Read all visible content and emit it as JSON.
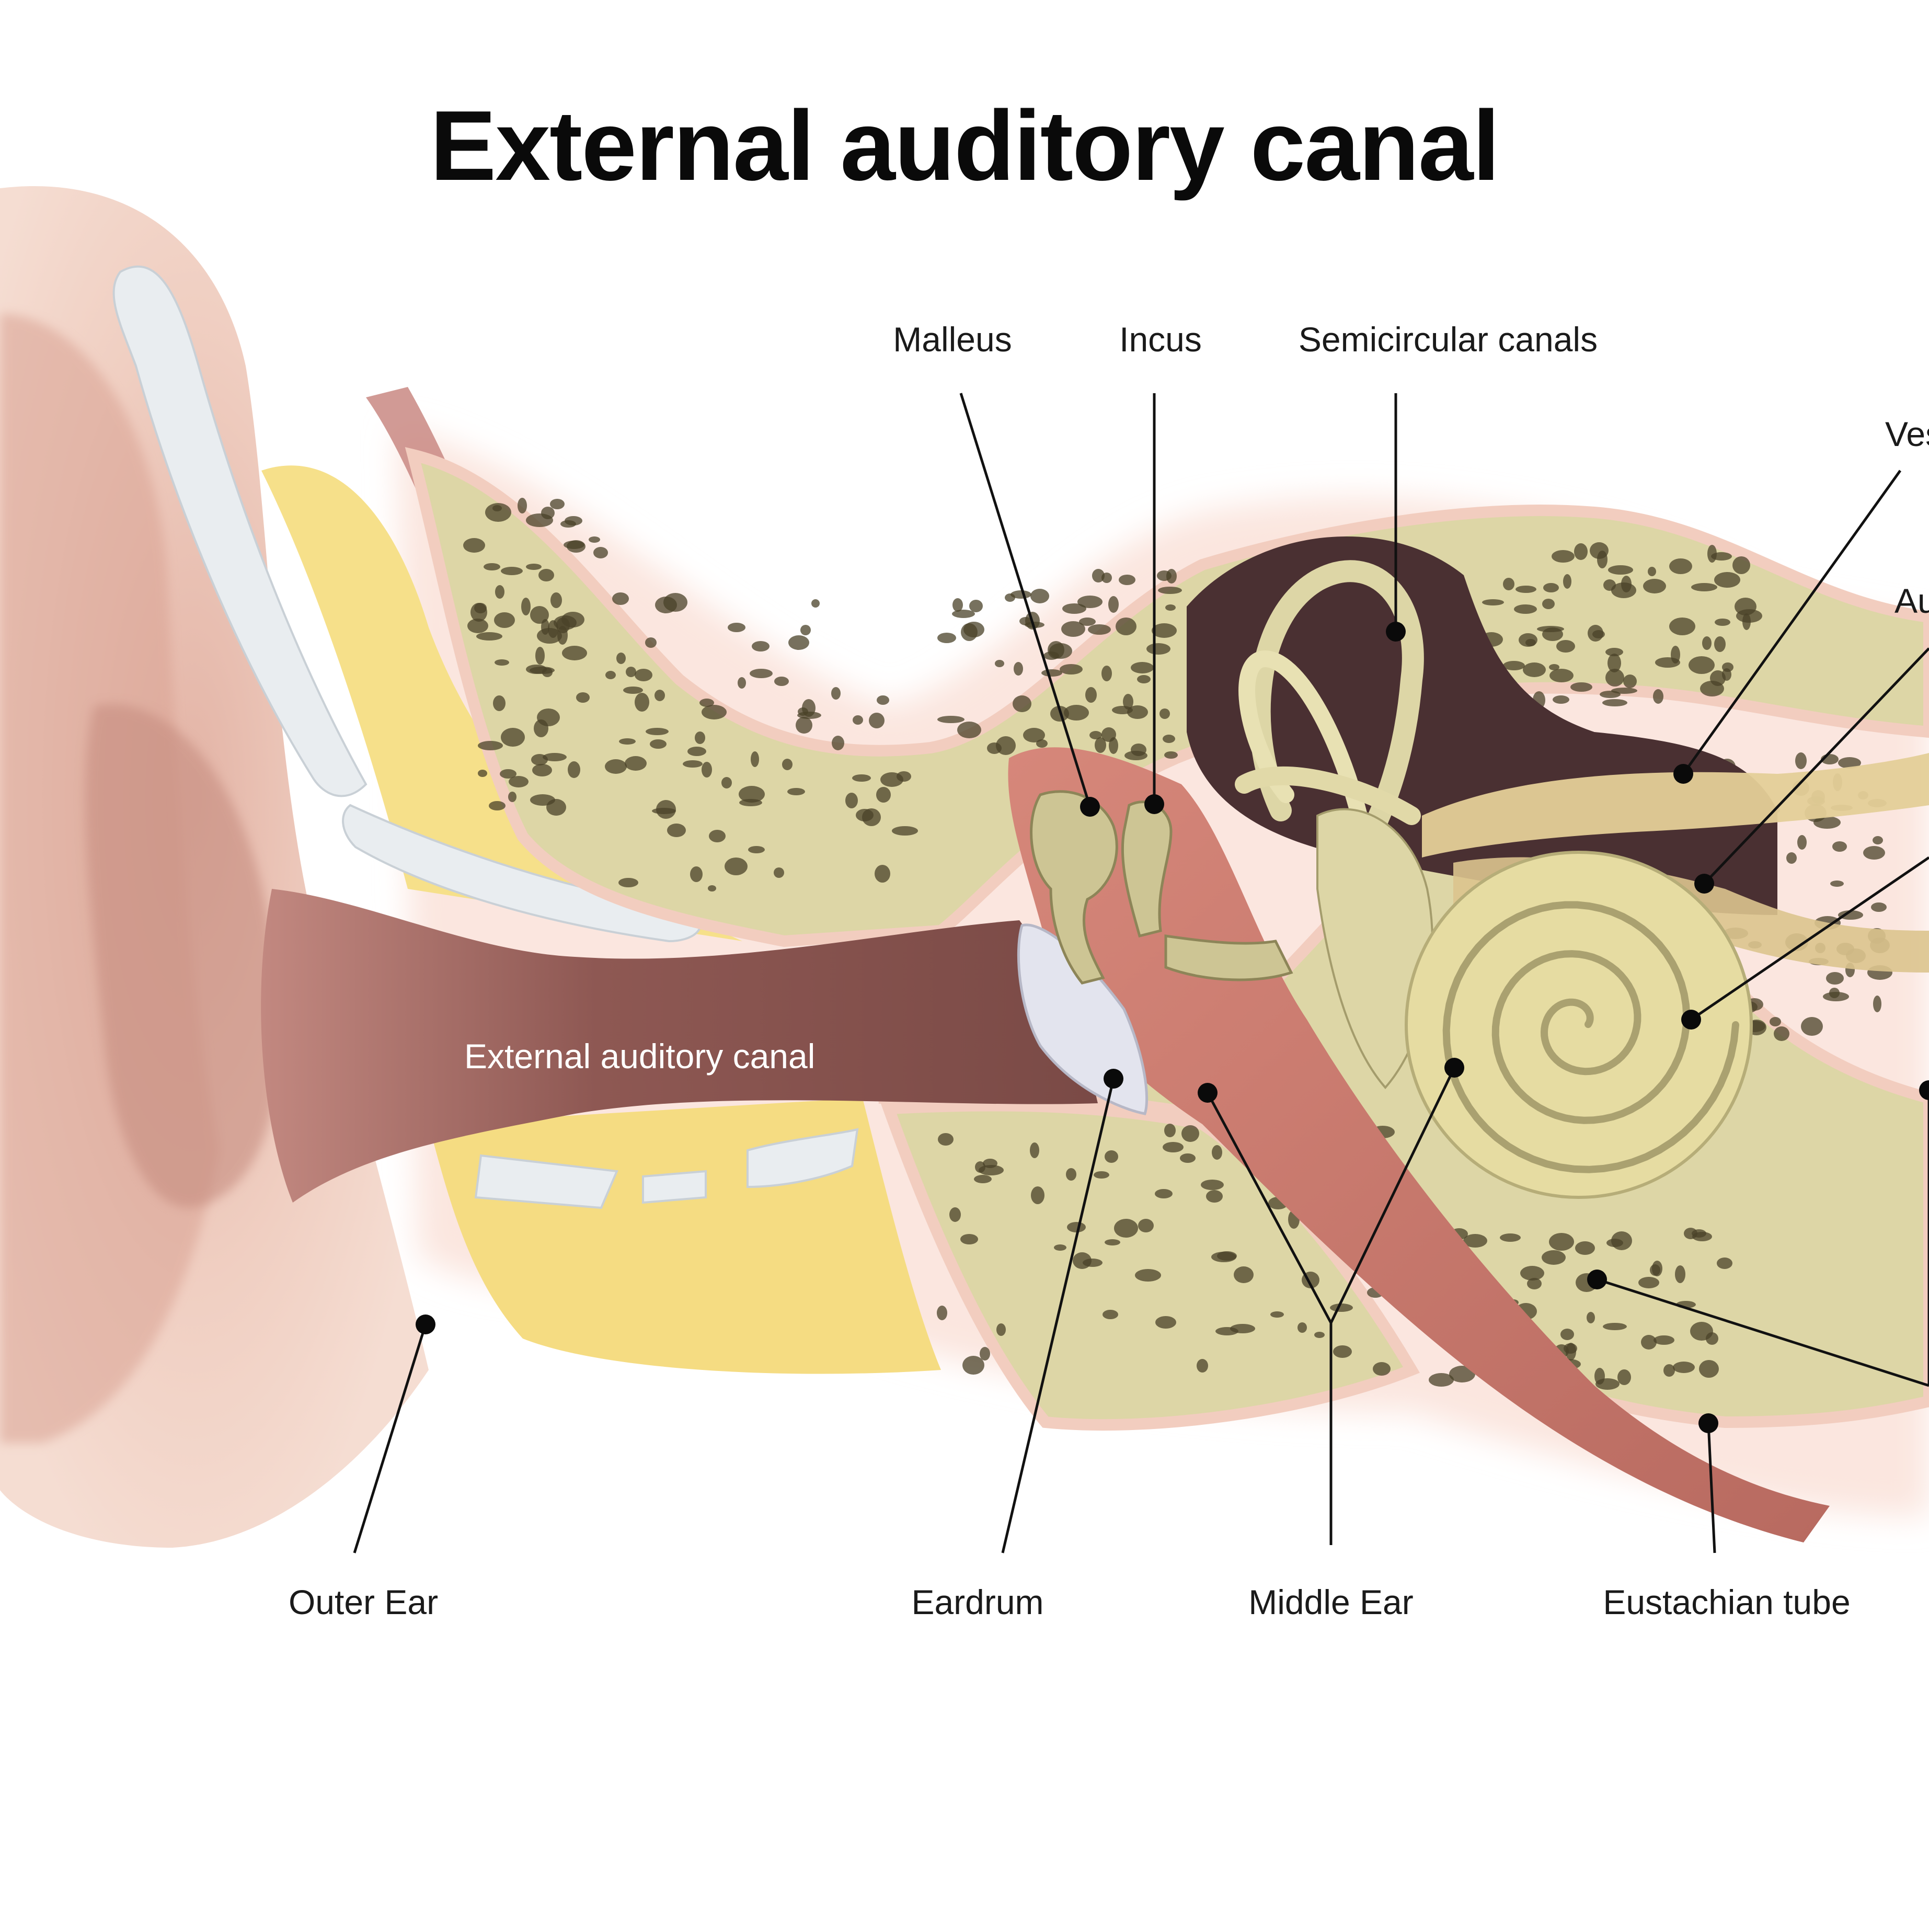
{
  "title": "External auditory canal",
  "labels": {
    "malleus": "Malleus",
    "incus": "Incus",
    "semicircular_canals": "Semicircular canals",
    "vestibular_cut": "Ves",
    "auditory_cut": "Au",
    "external_auditory_canal": "External auditory canal",
    "outer_ear": "Outer Ear",
    "eardrum": "Eardrum",
    "middle_ear": "Middle Ear",
    "eustachian_tube": "Eustachian tube"
  },
  "colors": {
    "skin": "#f2d2c4",
    "skin_shadow": "#c58f82",
    "canal": "#8a5550",
    "bone": "#ddd6a6",
    "bone_pore": "#4a4228",
    "fat": "#f6e08a",
    "cartilage": "#e8ecef",
    "dark_cavity": "#4a3032",
    "cochlea": "#e6dca2",
    "middle_ear_pink": "#d98a7a",
    "glow": "#fbe3dc"
  }
}
